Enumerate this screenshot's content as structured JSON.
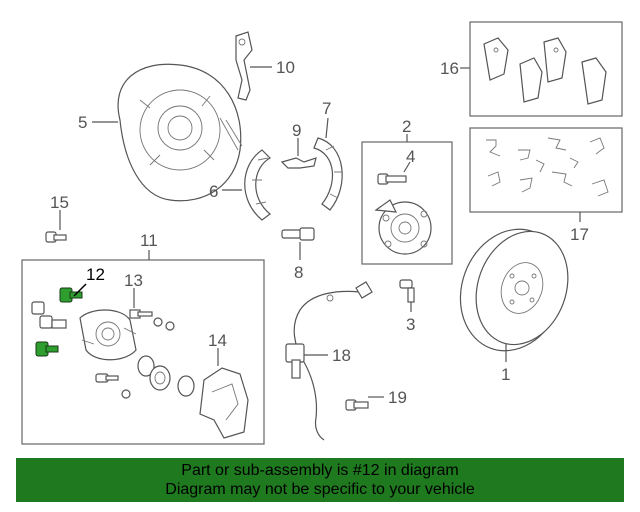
{
  "labels": {
    "p1": "1",
    "p2": "2",
    "p3": "3",
    "p4": "4",
    "p5": "5",
    "p6": "6",
    "p7": "7",
    "p8": "8",
    "p9": "9",
    "p10": "10",
    "p11": "11",
    "p12": "12",
    "p13": "13",
    "p14": "14",
    "p15": "15",
    "p16": "16",
    "p17": "17",
    "p18": "18",
    "p19": "19"
  },
  "banner": {
    "line1": "Part or sub-assembly is #12 in diagram",
    "line2": "Diagram may not be specific to your vehicle"
  },
  "colors": {
    "banner_bg": "#1f7a1f",
    "highlight": "#2e9e2e"
  }
}
